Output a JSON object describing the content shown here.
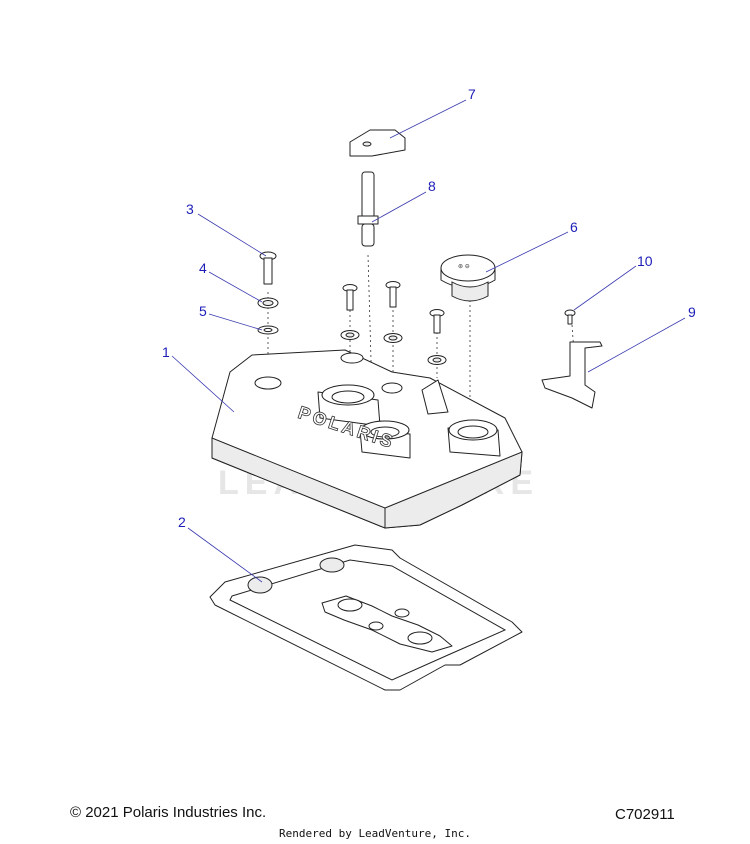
{
  "callouts": [
    "1",
    "2",
    "3",
    "4",
    "5",
    "6",
    "7",
    "8",
    "9",
    "10"
  ],
  "watermark": "LEADVENTURE",
  "cover_logo": "POLARIS",
  "footer": {
    "copyright": "© 2021 Polaris Industries Inc.",
    "diagram_id": "C702911",
    "rendered_by": "Rendered by LeadVenture, Inc."
  }
}
